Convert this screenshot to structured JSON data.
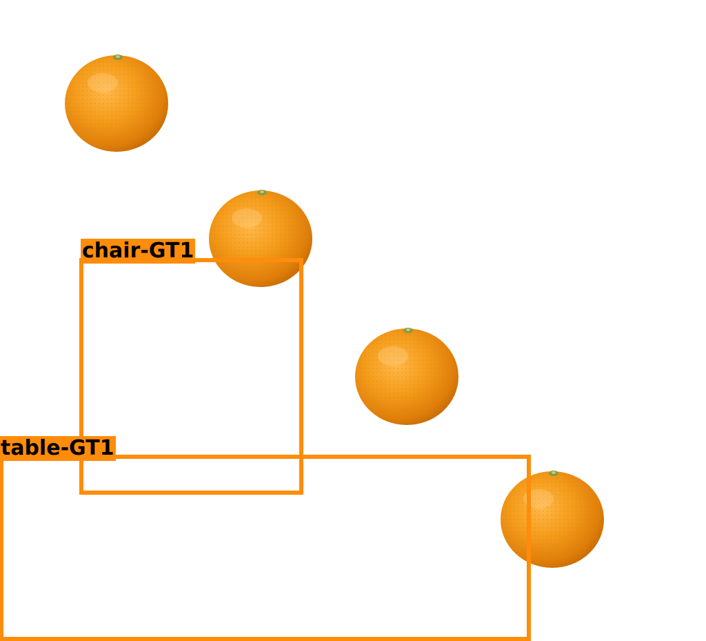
{
  "scene": {
    "background": "#ffffff",
    "object_icon": "orange-fruit",
    "orange_count": 4
  },
  "annotations": {
    "box_color": "#ff8c0a",
    "label_text_color": "#000000",
    "chair": {
      "label": "chair-GT1"
    },
    "table": {
      "label": "table-GT1"
    }
  }
}
